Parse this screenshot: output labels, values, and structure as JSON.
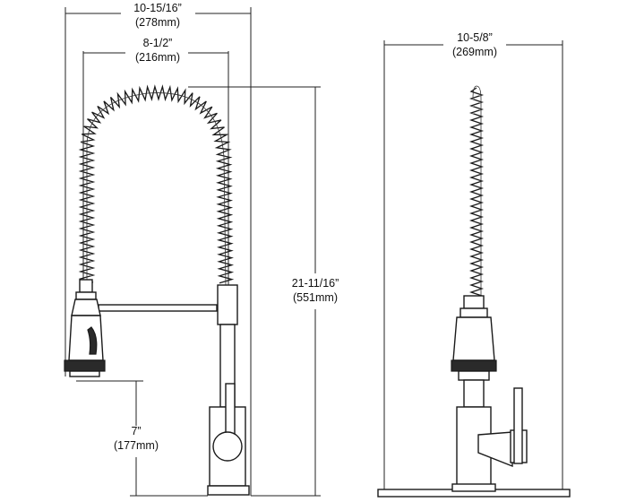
{
  "dimensions": {
    "overall_width": {
      "imperial": "10-15/16”",
      "metric": "(278mm)"
    },
    "spout_reach": {
      "imperial": "8-1/2”",
      "metric": "(216mm)"
    },
    "overall_height": {
      "imperial": "21-11/16”",
      "metric": "(551mm)"
    },
    "spray_clearance": {
      "imperial": "7”",
      "metric": "(177mm)"
    },
    "side_width": {
      "imperial": "10-5/8”",
      "metric": "(269mm)"
    }
  },
  "colors": {
    "line": "#1a1a1a",
    "background": "#ffffff"
  }
}
